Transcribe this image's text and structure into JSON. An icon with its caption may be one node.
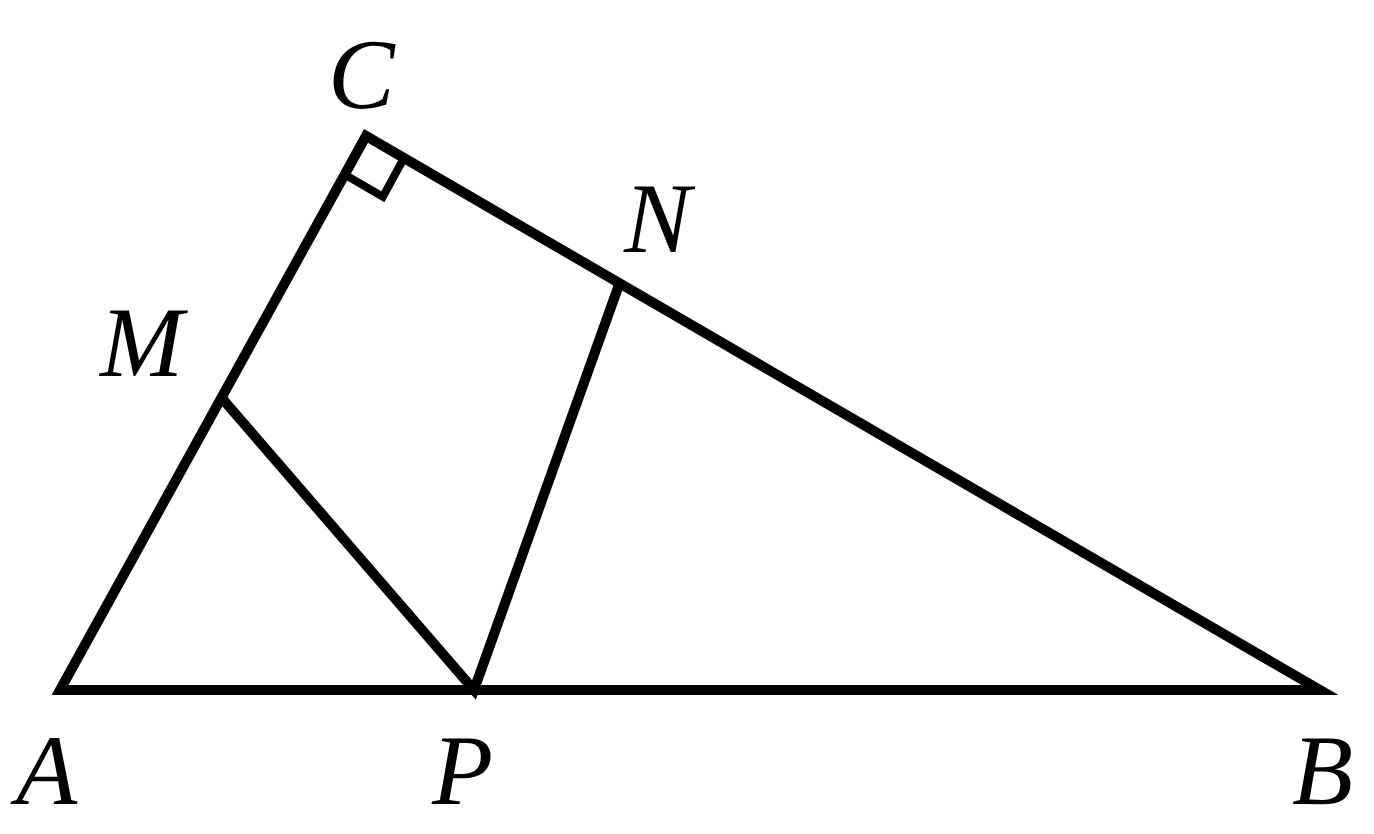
{
  "diagram": {
    "labels": [
      "C",
      "N",
      "M",
      "A",
      "P",
      "B"
    ]
  }
}
